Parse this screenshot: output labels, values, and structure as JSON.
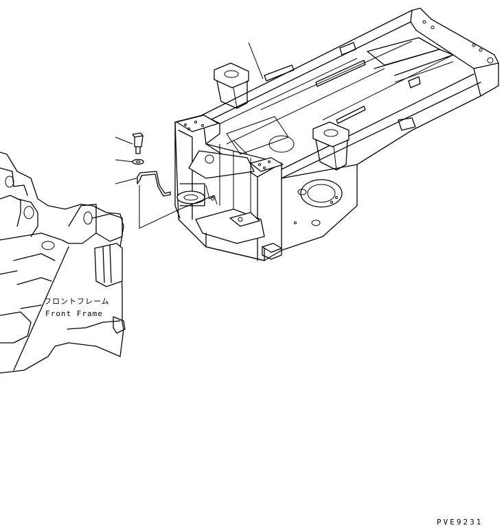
{
  "labels": {
    "front_frame_jp": "フロントフレーム",
    "front_frame_en": "Front Frame"
  },
  "drawing_code": "PVE9231"
}
